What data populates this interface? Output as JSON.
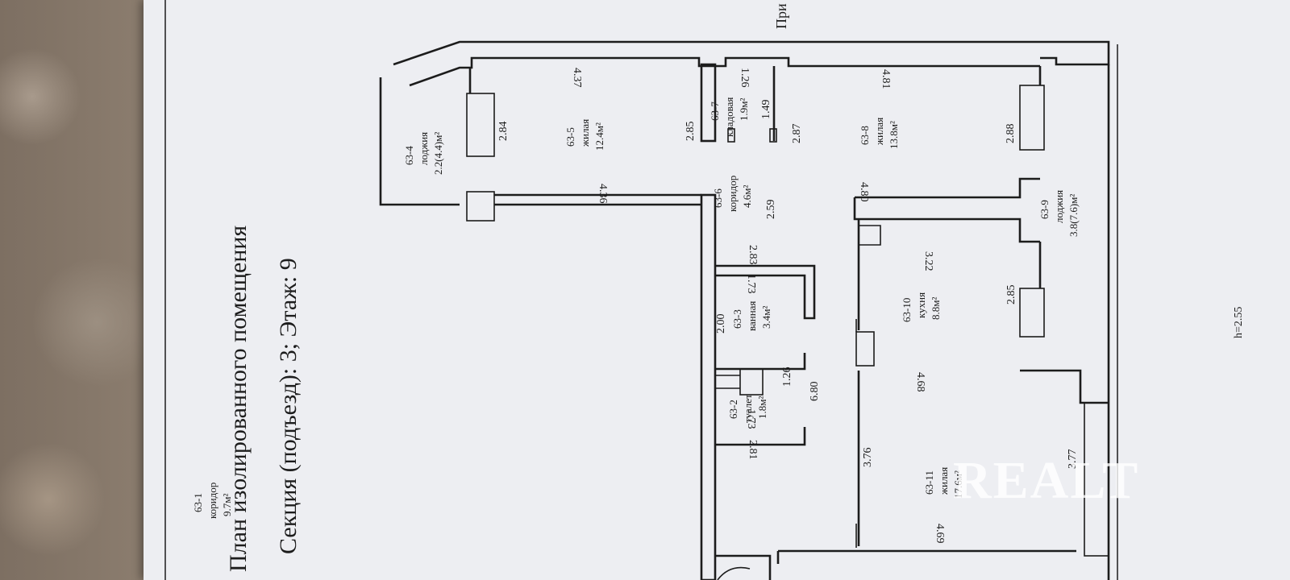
{
  "header": {
    "title": "План изолированного помещения",
    "subtitle": "Секция (подъезд): 3;  Этаж: 9",
    "corner_text": "При"
  },
  "rooms": [
    {
      "id": "63-1",
      "name": "коридор",
      "area": "9.7м²"
    },
    {
      "id": "63-2",
      "name": "туалет",
      "area": "1.8м²"
    },
    {
      "id": "63-3",
      "name": "ванная",
      "area": "3.4м²"
    },
    {
      "id": "63-4",
      "name": "лоджия",
      "area": "2.2(4.4)м²"
    },
    {
      "id": "63-5",
      "name": "жилая",
      "area": "12.4м²"
    },
    {
      "id": "63-6",
      "name": "коридор",
      "area": "4.6м²"
    },
    {
      "id": "63-7",
      "name": "кладовая",
      "area": "1.9м²"
    },
    {
      "id": "63-8",
      "name": "жилая",
      "area": "13.8м²"
    },
    {
      "id": "63-9",
      "name": "лоджия",
      "area": "3.8(7.6)м²"
    },
    {
      "id": "63-10",
      "name": "кухня",
      "area": "8.8м²"
    },
    {
      "id": "63-11",
      "name": "жилая",
      "area": "17.6м²"
    }
  ],
  "dimensions": {
    "d437": "4.37",
    "d436": "4.36",
    "d284": "2.84",
    "d285a": "2.85",
    "d126a": "1.26",
    "d149": "1.49",
    "d287": "2.87",
    "d481": "4.81",
    "d480": "4.80",
    "d288": "2.88",
    "d259": "2.59",
    "d283": "2.83",
    "d173a": "1.73",
    "d200": "2.00",
    "d322": "3.22",
    "d285b": "2.85",
    "d680": "6.80",
    "d126b": "1.26",
    "d173b": "1.73",
    "d281": "2.81",
    "d468": "4.68",
    "d376": "3.76",
    "d377": "3.77",
    "d469": "4.69"
  },
  "height_note": "h=2.55",
  "watermark": "REALT"
}
